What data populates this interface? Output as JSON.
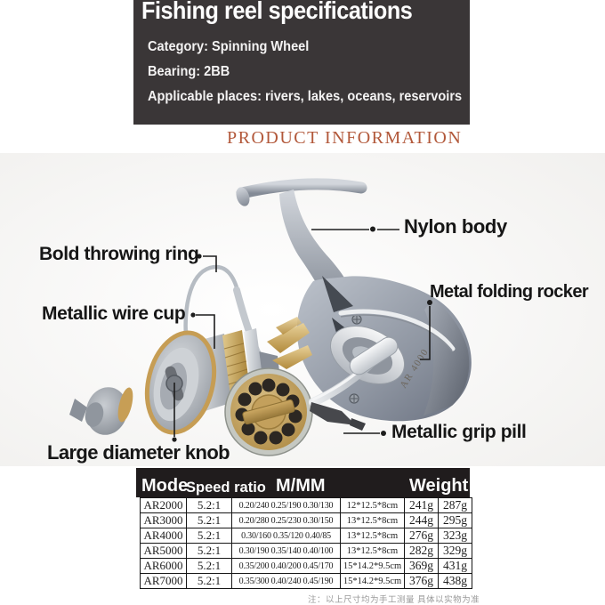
{
  "header": {
    "title": "Fishing reel specifications",
    "lines": [
      "Category: Spinning Wheel",
      "Bearing: 2BB",
      "Applicable places: rivers, lakes, oceans, reservoirs"
    ]
  },
  "section_title": "PRODUCT INFORMATION",
  "diagram": {
    "labels": [
      {
        "id": "nylon-body",
        "text": "Nylon body"
      },
      {
        "id": "bold-throwing-ring",
        "text": "Bold throwing ring"
      },
      {
        "id": "metal-folding-rocker",
        "text": "Metal folding rocker"
      },
      {
        "id": "metallic-wire-cup",
        "text": "Metallic wire cup"
      },
      {
        "id": "metallic-grip-pill",
        "text": "Metallic grip pill"
      },
      {
        "id": "large-diameter-knob",
        "text": "Large diameter knob"
      }
    ],
    "engraving": "AR 4000"
  },
  "table": {
    "headers": [
      "Mode",
      "Speed ratio",
      "M/MM",
      "Weight"
    ],
    "rows": [
      [
        "AR2000",
        "5.2:1",
        "0.20/240 0.25/190 0.30/130",
        "12*12.5*8cm",
        "241g",
        "287g"
      ],
      [
        "AR3000",
        "5.2:1",
        "0.20/280 0.25/230 0.30/150",
        "13*12.5*8cm",
        "244g",
        "295g"
      ],
      [
        "AR4000",
        "5.2:1",
        "0.30/160 0.35/120 0.40/85",
        "13*12.5*8cm",
        "276g",
        "323g"
      ],
      [
        "AR5000",
        "5.2:1",
        "0.30/190 0.35/140 0.40/100",
        "13*12.5*8cm",
        "282g",
        "329g"
      ],
      [
        "AR6000",
        "5.2:1",
        "0.35/200 0.40/200 0.45/170",
        "15*14.2*9.5cm",
        "369g",
        "431g"
      ],
      [
        "AR7000",
        "5.2:1",
        "0.35/300 0.40/240 0.45/190",
        "15*14.2*9.5cm",
        "376g",
        "438g"
      ]
    ],
    "note": "注：以上尺寸均为手工测量 具体以实物为准"
  },
  "colors": {
    "header_box": "#3a3637",
    "section_title": "#b2583a",
    "table_header_bg": "#201c1d",
    "gold_accent": "#c49a52",
    "body_gray": "#8b919b"
  }
}
